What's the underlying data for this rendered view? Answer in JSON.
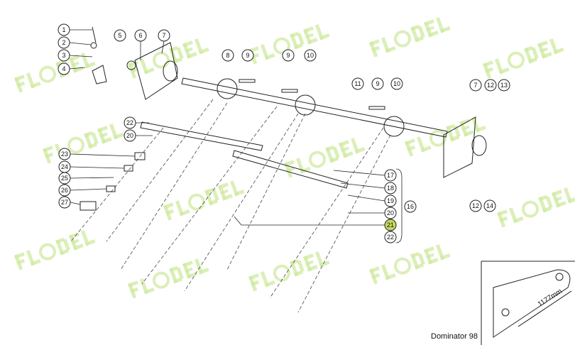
{
  "watermark": "FL⚙DEL",
  "caption": "Dominator 98",
  "dimension": "1177mm",
  "highlight_color": "#c8d860",
  "callouts": [
    "1",
    "2",
    "3",
    "4",
    "5",
    "6",
    "7",
    "8",
    "9",
    "9",
    "10",
    "11",
    "9",
    "10",
    "7",
    "12",
    "13",
    "22",
    "20",
    "23",
    "24",
    "25",
    "26",
    "27",
    "17",
    "18",
    "19",
    "20",
    "21",
    "22",
    "16",
    "12",
    "14"
  ]
}
